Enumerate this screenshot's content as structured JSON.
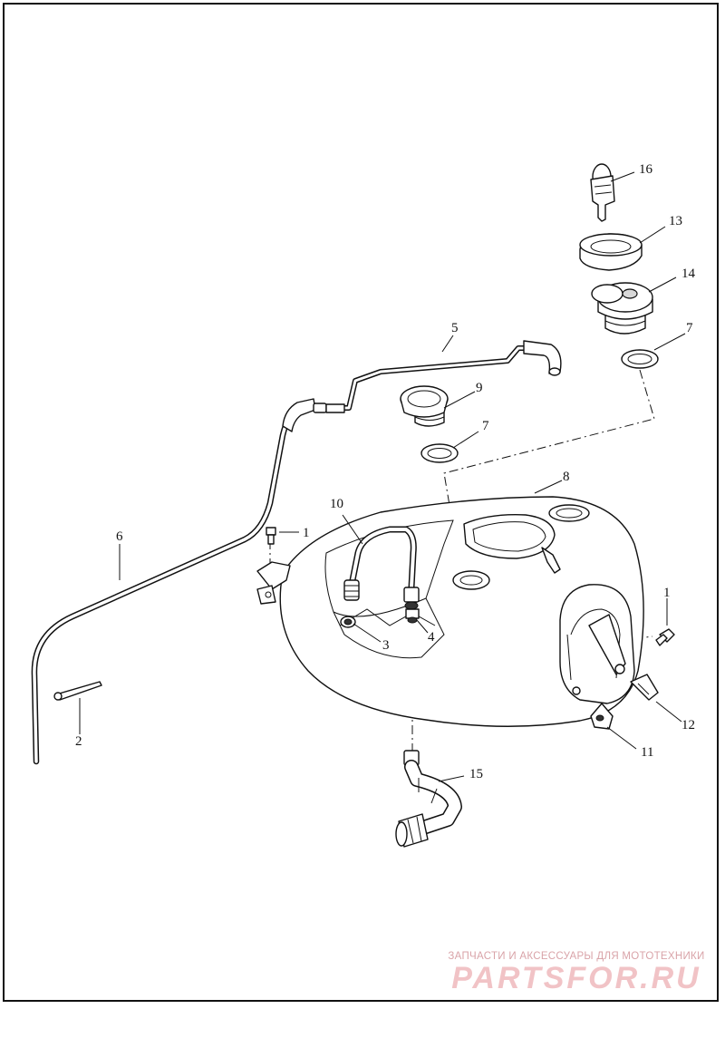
{
  "callouts": {
    "c1a": "1",
    "c1b": "1",
    "c2": "2",
    "c3": "3",
    "c4": "4",
    "c5": "5",
    "c6": "6",
    "c7a": "7",
    "c7b": "7",
    "c8": "8",
    "c9": "9",
    "c10": "10",
    "c11": "11",
    "c12": "12",
    "c13": "13",
    "c14": "14",
    "c15": "15",
    "c16": "16"
  },
  "watermark": {
    "tagline": "ЗАПЧАСТИ И АКСЕССУАРЫ ДЛЯ МОТОТЕХНИКИ",
    "logo": "PARTSFOR.RU"
  }
}
